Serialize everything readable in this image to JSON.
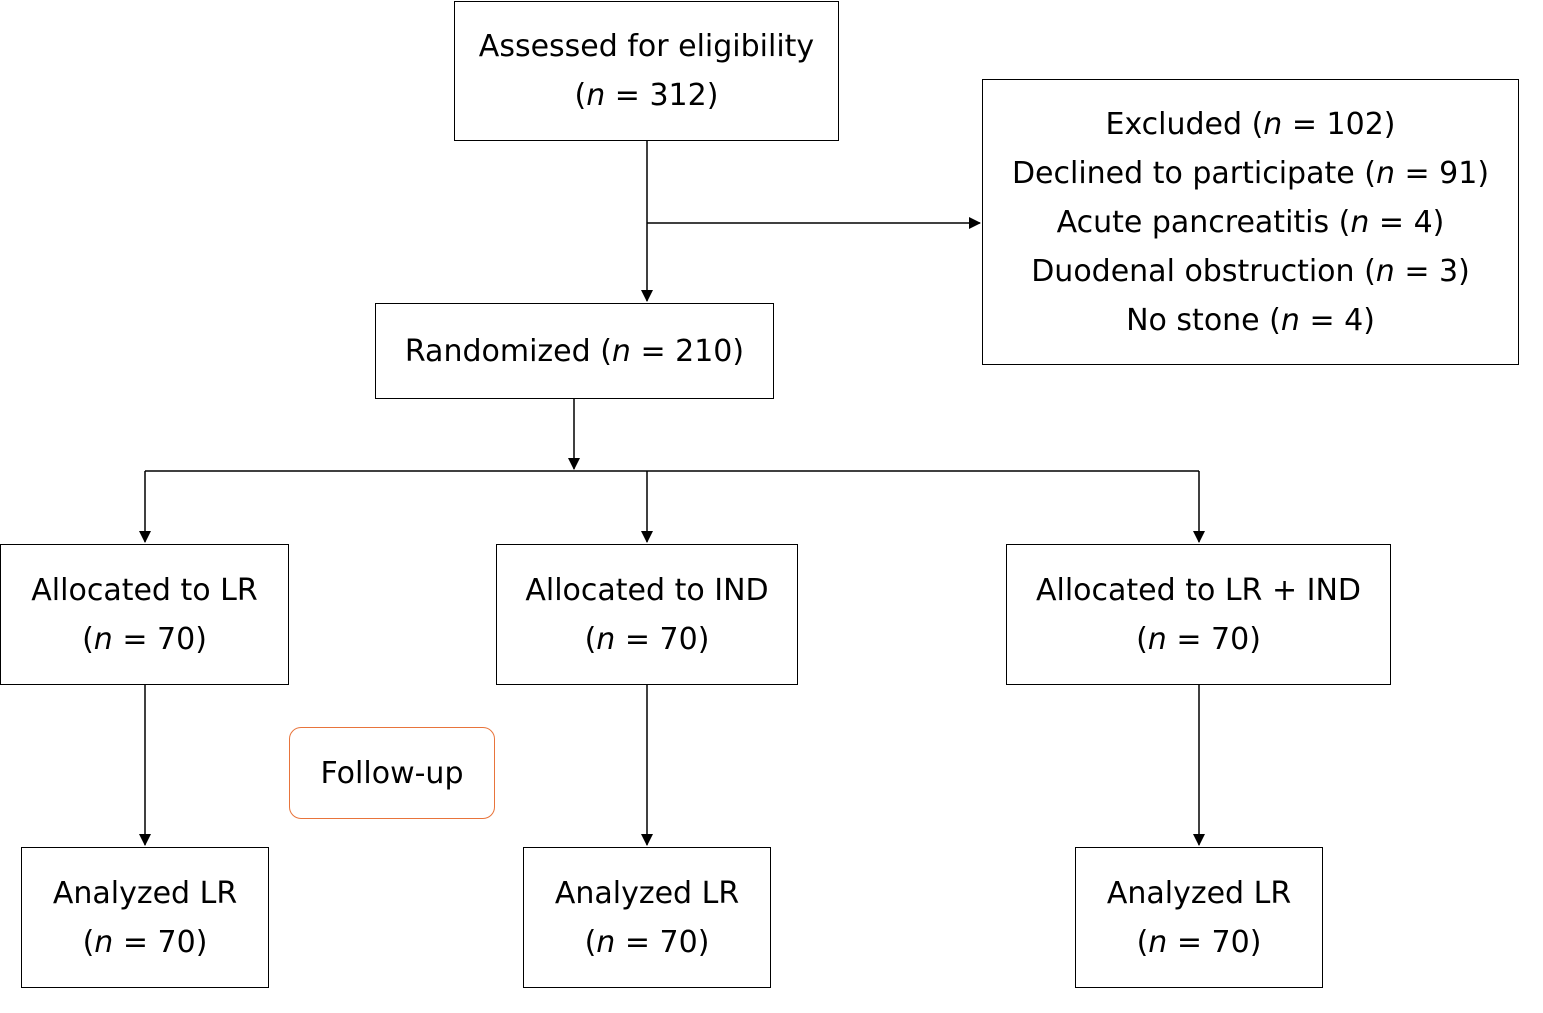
{
  "n_symbol": "n",
  "assessed": {
    "title": "Assessed for eligibility",
    "n_pre": "(",
    "n_post": " = 312)"
  },
  "excluded": {
    "lines": [
      {
        "pre": "Excluded (",
        "post": " = 102)"
      },
      {
        "pre": "Declined to participate (",
        "post": " = 91)"
      },
      {
        "pre": "Acute pancreatitis (",
        "post": " = 4)"
      },
      {
        "pre": "Duodenal obstruction (",
        "post": " = 3)"
      },
      {
        "pre": "No stone (",
        "post": " = 4)"
      }
    ]
  },
  "randomized": {
    "pre": "Randomized (",
    "post": " = 210)"
  },
  "allocated": [
    {
      "title": "Allocated to LR",
      "n_pre": "(",
      "n_post": " = 70)"
    },
    {
      "title": "Allocated to IND",
      "n_pre": "(",
      "n_post": " = 70)"
    },
    {
      "title": "Allocated to LR + IND",
      "n_pre": "(",
      "n_post": " = 70)"
    }
  ],
  "followup": {
    "label": "Follow-up",
    "border_color": "#e8743b"
  },
  "analyzed": [
    {
      "title": "Analyzed LR",
      "n_pre": "(",
      "n_post": " = 70)"
    },
    {
      "title": "Analyzed LR",
      "n_pre": "(",
      "n_post": " = 70)"
    },
    {
      "title": "Analyzed LR",
      "n_pre": "(",
      "n_post": " = 70)"
    }
  ]
}
